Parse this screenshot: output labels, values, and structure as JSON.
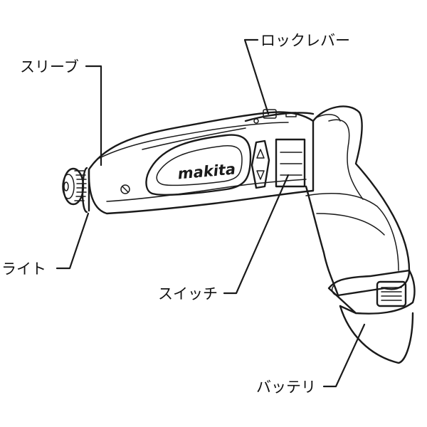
{
  "labels": {
    "sleeve": "スリーブ",
    "lock_lever": "ロックレバー",
    "light": "ライト",
    "switch": "スイッチ",
    "battery": "バッテリ"
  },
  "brand": "makita",
  "colors": {
    "ink": "#1a1a1a",
    "background": "#ffffff"
  }
}
